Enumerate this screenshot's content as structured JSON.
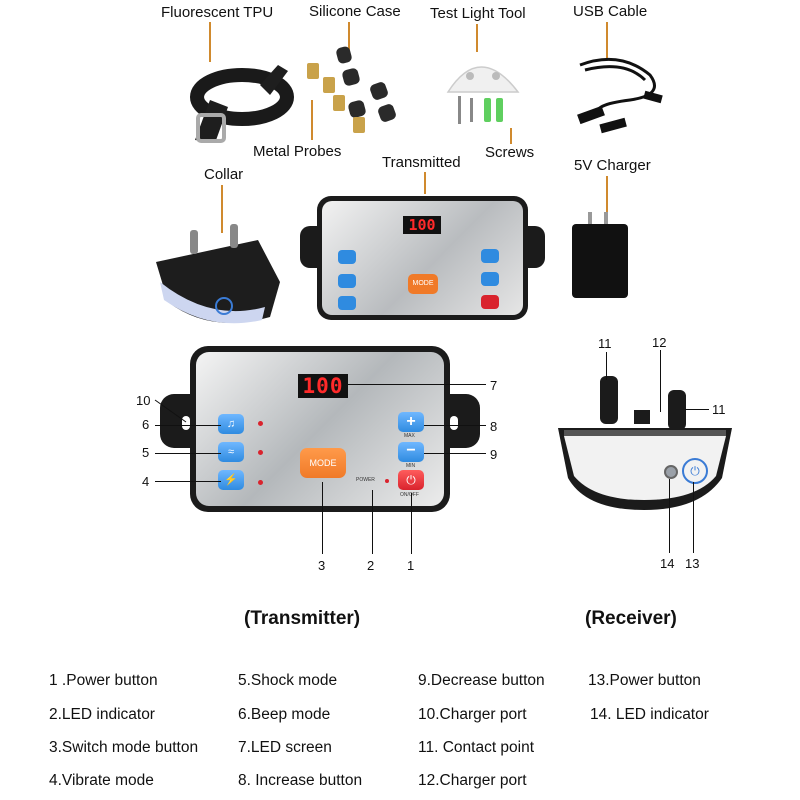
{
  "accessories": {
    "fluorescent_tpu": "Fluorescent TPU",
    "silicone_case": "Silicone Case",
    "test_light_tool": "Test Light Tool",
    "usb_cable": "USB Cable",
    "metal_probes": "Metal Probes",
    "screws": "Screws",
    "transmitted": "Transmitted",
    "charger": "5V Charger",
    "collar": "Collar"
  },
  "device": {
    "display": "100",
    "mode_label": "MODE",
    "max_label": "MAX",
    "min_label": "MIN",
    "power_label": "POWER",
    "onoff_label": "ON/OFF"
  },
  "callouts": {
    "n1": "1",
    "n2": "2",
    "n3": "3",
    "n4": "4",
    "n5": "5",
    "n6": "6",
    "n7": "7",
    "n8": "8",
    "n9": "9",
    "n10": "10",
    "n11a": "11",
    "n11b": "11",
    "n12": "12",
    "n13": "13",
    "n14": "14"
  },
  "headings": {
    "transmitter": "(Transmitter)",
    "receiver": "(Receiver)"
  },
  "legend": {
    "col1": [
      "1 .Power button",
      "2.LED indicator",
      "3.Switch mode button",
      "4.Vibrate mode"
    ],
    "col2": [
      "5.Shock mode",
      "6.Beep mode",
      "7.LED screen",
      "8. Increase button"
    ],
    "col3": [
      "9.Decrease button",
      "10.Charger port",
      "11. Contact point",
      "12.Charger port"
    ],
    "col4": [
      "13.Power button",
      "14. LED indicator"
    ]
  },
  "colors": {
    "leader_orange": "#d08a2e",
    "button_blue": "#2f8be0",
    "mode_orange": "#f07a28",
    "power_red": "#d9232d",
    "led_red": "#ff2a2a"
  }
}
